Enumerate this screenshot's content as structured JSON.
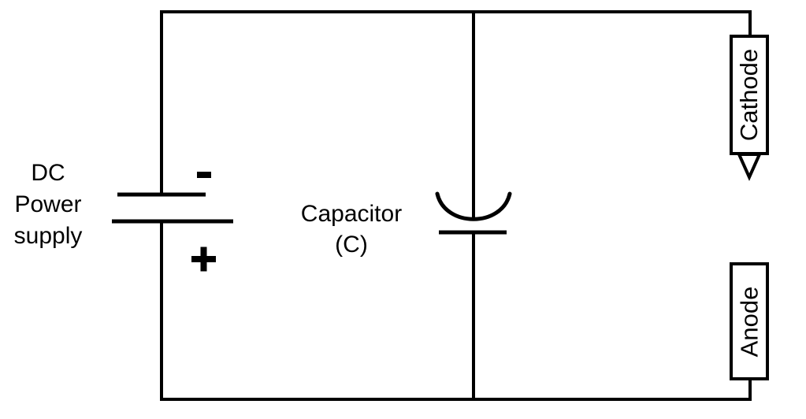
{
  "colors": {
    "line": "#000000",
    "background": "#ffffff"
  },
  "power_supply": {
    "label": "DC\nPower\nsupply"
  },
  "battery": {
    "negative_sign": "-",
    "positive_sign": "+"
  },
  "capacitor": {
    "label": "Capacitor\n(C)"
  },
  "electrodes": {
    "cathode_label": "Cathode",
    "anode_label": "Anode"
  }
}
